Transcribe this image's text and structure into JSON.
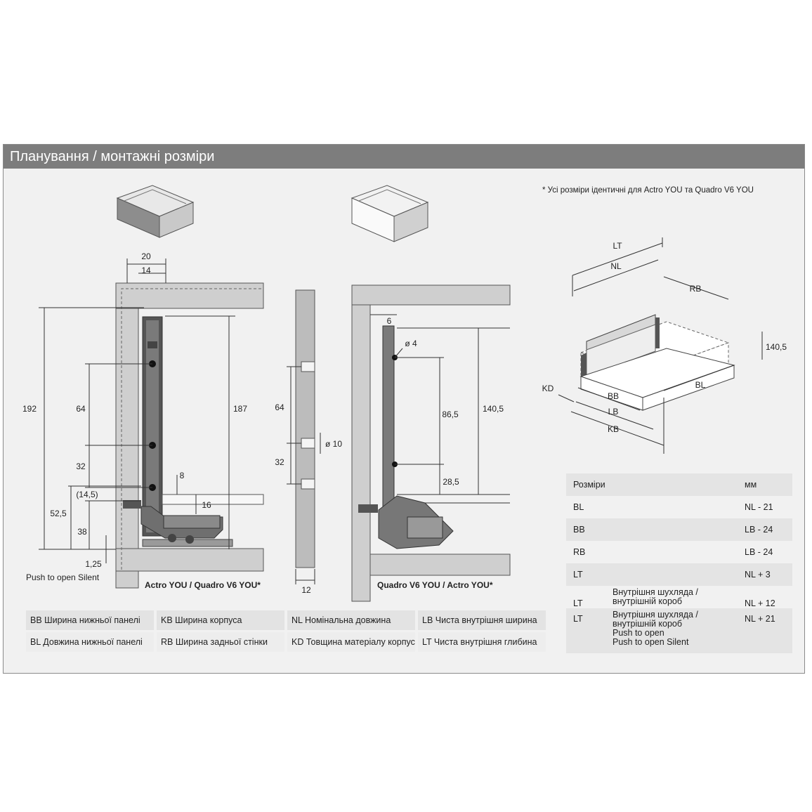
{
  "header": {
    "title": "Планування / монтажні розміри"
  },
  "note": "* Усі розміри ідентичні для Actro YOU та Quadro V6 YOU",
  "drawing1": {
    "caption": "Actro YOU / Quadro V6 YOU*",
    "push_label": "Push to open Silent",
    "dims": {
      "d20": "20",
      "d14": "14",
      "d192": "192",
      "d64": "64",
      "d187": "187",
      "d32": "32",
      "d8": "8",
      "d14_5": "(14,5)",
      "d16": "16",
      "d52_5": "52,5",
      "d38": "38",
      "d1_25": "1,25"
    }
  },
  "drawing2": {
    "dims": {
      "d64": "64",
      "d32": "32",
      "d10": "ø 10",
      "d12": "12"
    }
  },
  "drawing3": {
    "caption": "Quadro V6 YOU / Actro YOU*",
    "dims": {
      "d6": "6",
      "d4": "ø 4",
      "d86_5": "86,5",
      "d140_5": "140,5",
      "d28_5": "28,5"
    }
  },
  "iso": {
    "labels": {
      "LT": "LT",
      "NL": "NL",
      "RB": "RB",
      "h140_5": "140,5",
      "KD": "KD",
      "BB": "BB",
      "BL": "BL",
      "LB": "LB",
      "KB": "KB"
    }
  },
  "legend": [
    [
      "BB Ширина нижньої панелі",
      "KB Ширина корпуса",
      "NL Номінальна довжина",
      "LB Чиста внутрішня ширина"
    ],
    [
      "BL Довжина нижньої панелі",
      "RB Ширина задньої стінки",
      "KD Товщина матеріалу корпуса",
      "LT Чиста внутрішня глибина"
    ]
  ],
  "table": {
    "header": {
      "col1": "Розміри",
      "col3": "мм"
    },
    "rows": [
      {
        "code": "BL",
        "desc": [],
        "value": "NL - 21"
      },
      {
        "code": "BB",
        "desc": [],
        "value": "LB - 24"
      },
      {
        "code": "RB",
        "desc": [],
        "value": "LB - 24"
      },
      {
        "code": "LT",
        "desc": [],
        "value": "NL + 3"
      },
      {
        "code": "LT",
        "desc": [
          "Внутрішня шухляда /",
          "внутрішній короб"
        ],
        "value": "NL + 12"
      },
      {
        "code": "LT",
        "desc": [
          "Внутрішня шухляда /",
          "внутрішній короб",
          "Push to open",
          "Push to open Silent"
        ],
        "value": "NL + 21"
      }
    ]
  }
}
